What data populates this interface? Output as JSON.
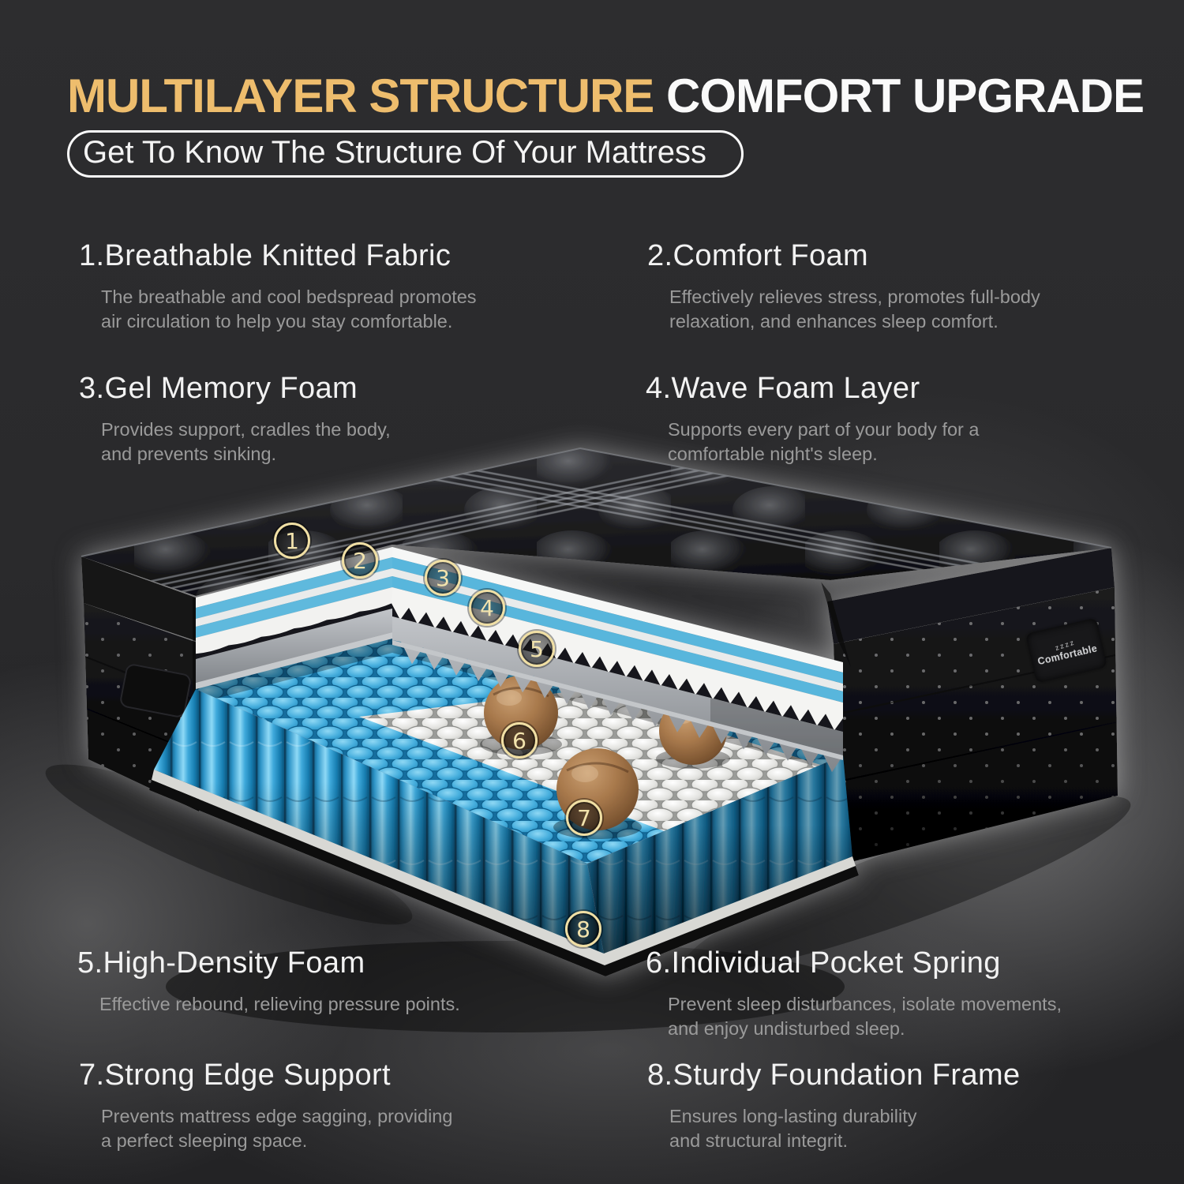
{
  "title": {
    "highlight": "MULTILAYER STRUCTURE",
    "rest": " COMFORT UPGRADE"
  },
  "subtitle": "Get To Know The Structure Of Your Mattress",
  "features": [
    {
      "heading": "1.Breathable Knitted Fabric",
      "body": "The breathable and cool bedspread promotes\nair circulation to help you stay comfortable."
    },
    {
      "heading": "2.Comfort Foam",
      "body": "Effectively relieves stress, promotes full-body\nrelaxation, and enhances sleep comfort."
    },
    {
      "heading": "3.Gel Memory Foam",
      "body": "Provides support, cradles the body,\nand prevents sinking."
    },
    {
      "heading": "4.Wave Foam Layer",
      "body": "Supports every part of your body for a\ncomfortable night's sleep."
    },
    {
      "heading": "5.High-Density Foam",
      "body": "Effective rebound, relieving pressure points."
    },
    {
      "heading": "6.Individual Pocket Spring",
      "body": "Prevent sleep disturbances, isolate movements,\nand enjoy undisturbed sleep."
    },
    {
      "heading": "7.Strong Edge Support",
      "body": "Prevents mattress edge sagging, providing\na perfect sleeping space."
    },
    {
      "heading": "8.Sturdy Foundation Frame",
      "body": "Ensures long-lasting durability\nand structural integrit."
    }
  ],
  "markers": [
    {
      "label": "1"
    },
    {
      "label": "2"
    },
    {
      "label": "3"
    },
    {
      "label": "4"
    },
    {
      "label": "5"
    },
    {
      "label": "6"
    },
    {
      "label": "7"
    },
    {
      "label": "8"
    }
  ],
  "tag": {
    "zzz": "zzzz",
    "label": "Comfortable"
  },
  "colors": {
    "accent_gold": "#eebd6d",
    "marker_gold": "#f0dfa4",
    "spring_blue": "#3ea9db",
    "foam_blue_stripe": "#5fb9dd",
    "gray_foam": "#8a8e93",
    "background": "#2a2a2c"
  }
}
